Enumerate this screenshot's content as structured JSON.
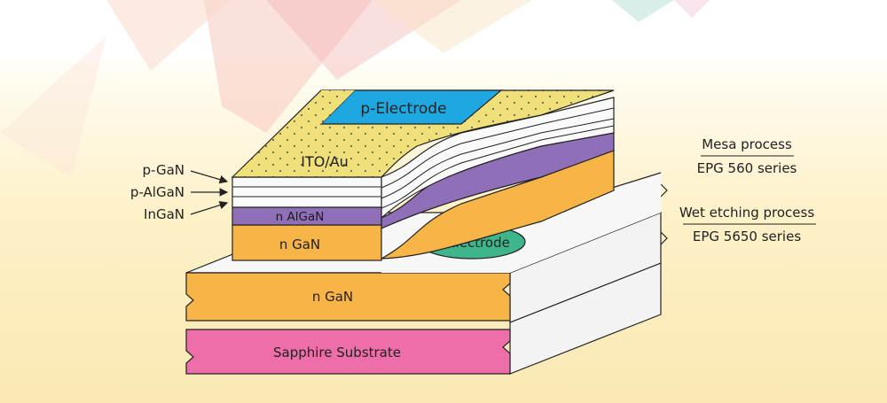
{
  "layers": {
    "p_electrode": "p-Electrode",
    "ito_au": "ITO/Au",
    "n_algan": "n AlGaN",
    "n_gan_top": "n GaN",
    "n_electrode": "n-Electrode",
    "n_gan_base": "n GaN",
    "sapphire": "Sapphire Substrate"
  },
  "left_labels": {
    "p_gan": "p-GaN",
    "p_algan": "p-AlGaN",
    "ingan": "InGaN"
  },
  "process_notes": {
    "mesa_title": "Mesa process",
    "mesa_product": "EPG 560 series",
    "wet_title": "Wet etching process",
    "wet_product": "EPG 5650 series"
  },
  "colors": {
    "p_electrode": "#1ea7e1",
    "ito": "#efe07a",
    "purple": "#8f6fb8",
    "orange": "#f7b548",
    "green": "#3fb58c",
    "pink": "#ee6ea9",
    "side": "#f3f3f3",
    "top": "#f7f7f7"
  }
}
